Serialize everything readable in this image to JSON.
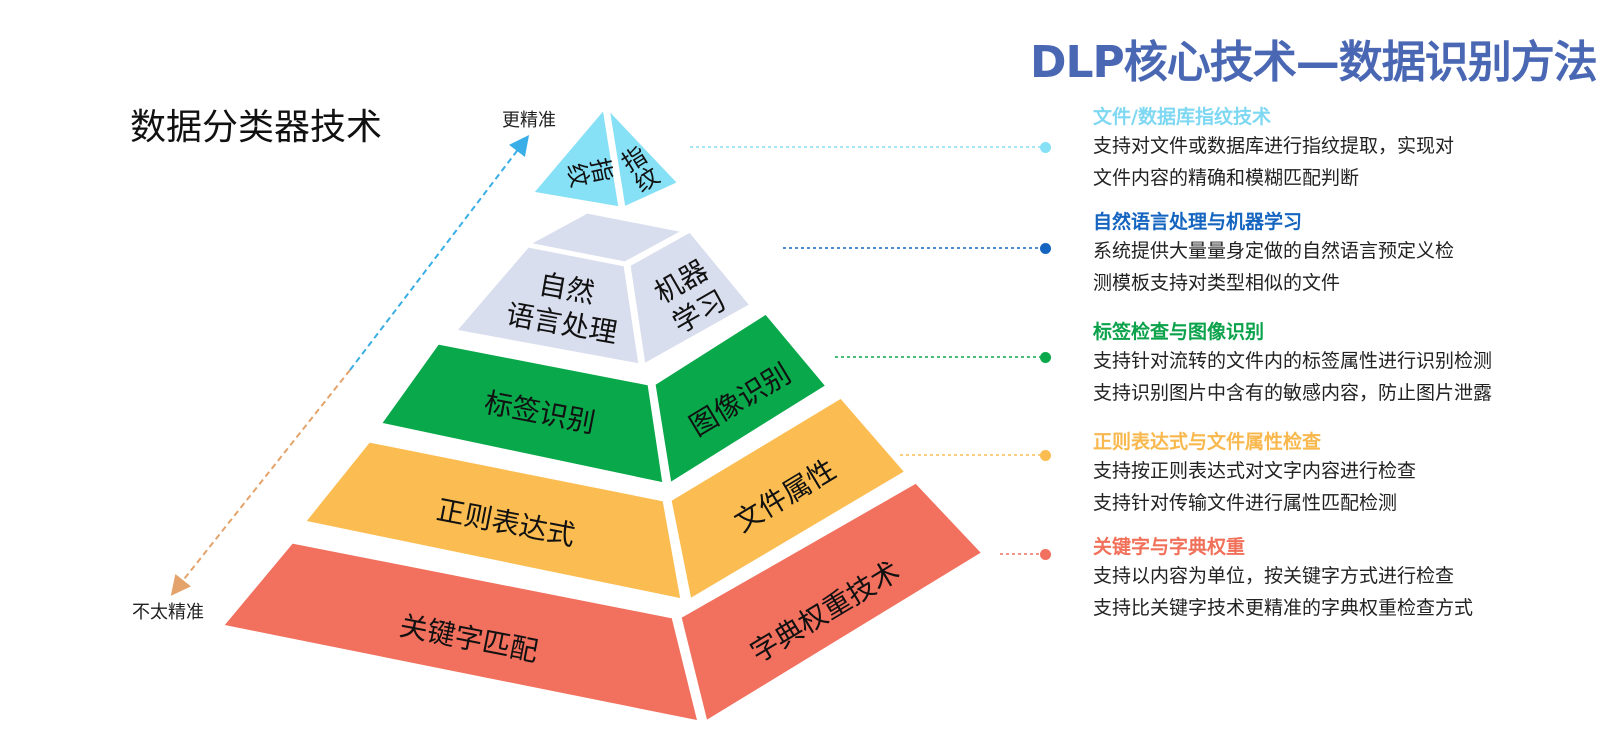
{
  "title": "DLP核心技术—数据识别方法",
  "subtitle": "数据分类器技术",
  "axis": {
    "top": "更精准",
    "bottom": "不太精准"
  },
  "pyramid": {
    "top_left": "指纹",
    "top_right": "指纹",
    "tier2_left": [
      "自然",
      "语言处理"
    ],
    "tier2_right": [
      "机器",
      "学习"
    ],
    "tier3_left": "标签识别",
    "tier3_right": "图像识别",
    "tier4_left": "正则表达式",
    "tier4_right": "文件属性",
    "tier5_left": "关键字匹配",
    "tier5_right": "字典权重技术"
  },
  "descriptions": [
    {
      "heading": "文件/数据库指纹技术",
      "color": "#7fd8f2",
      "lines": [
        "支持对文件或数据库进行指纹提取，实现对",
        "文件内容的精确和模糊匹配判断"
      ]
    },
    {
      "heading": "自然语言处理与机器学习",
      "color": "#1565c0",
      "lines": [
        "系统提供大量量身定做的自然语言预定义检",
        "测模板支持对类型相似的文件"
      ]
    },
    {
      "heading": "标签检查与图像识别",
      "color": "#0aa24a",
      "lines": [
        "支持针对流转的文件内的标签属性进行识别检测",
        "支持识别图片中含有的敏感内容，防止图片泄露"
      ]
    },
    {
      "heading": "正则表达式与文件属性检查",
      "color": "#f8b84e",
      "lines": [
        "支持按正则表达式对文字内容进行检查",
        "支持针对传输文件进行属性匹配检测"
      ]
    },
    {
      "heading": "关键字与字典权重",
      "color": "#f0705a",
      "lines": [
        "支持以内容为单位，按关键字方式进行检查",
        "支持比关键字技术更精准的字典权重检查方式"
      ]
    }
  ],
  "colors": {
    "top": "#86e0f6",
    "tier2": "#d9deee",
    "tier3": "#09a84a",
    "tier4": "#fbbd52",
    "tier5": "#f2705e",
    "arrow_up": "#3aaee6",
    "arrow_down": "#e3a36b"
  }
}
